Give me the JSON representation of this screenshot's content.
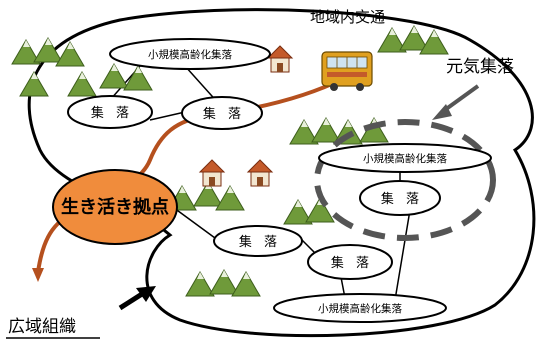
{
  "diagram": {
    "title_transport": "地域内交通",
    "genki_shuraku": "元気集落",
    "hub": "生き活き拠点",
    "koiki": "広域組織",
    "nodes": {
      "small_aged_top": "小規模高齢化集落",
      "shuraku_top_left": "集 落",
      "shuraku_top_mid": "集 落",
      "small_aged_right": "小規模高齢化集落",
      "shuraku_right": "集 落",
      "shuraku_bottom_left": "集 落",
      "shuraku_bottom_mid": "集 落",
      "small_aged_bottom": "小規模高齢化集落"
    },
    "colors": {
      "hub_fill": "#f08c3c",
      "road": "#b5501e",
      "mountain": "#6f9a3a",
      "house_roof": "#c45a2a",
      "house_wall": "#f2e6d0",
      "bus": "#e0a020",
      "dashed_circle": "#555555"
    },
    "icons": [
      "mountain-icon",
      "house-icon",
      "bus-icon",
      "arrow-icon"
    ]
  }
}
